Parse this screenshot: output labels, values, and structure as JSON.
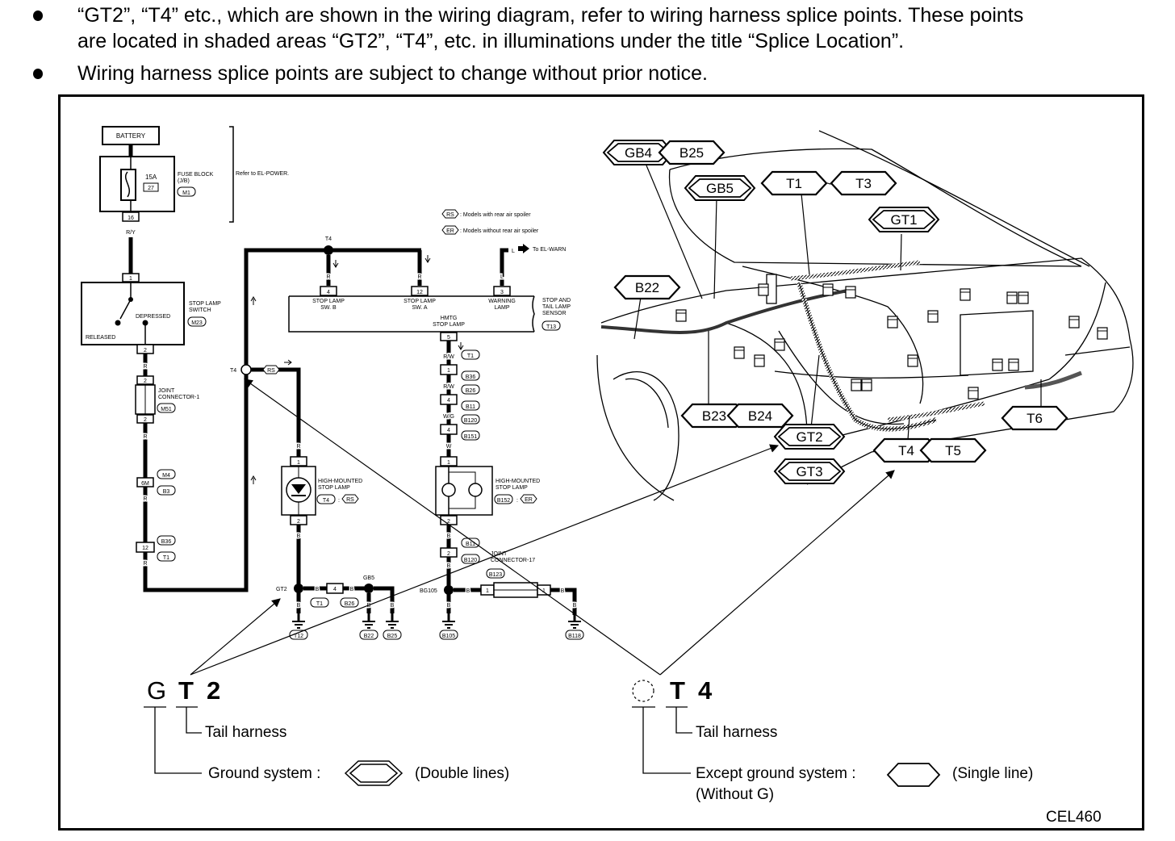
{
  "notes": [
    {
      "line1": "“GT2”, “T4” etc., which are shown in the wiring diagram, refer to wiring harness splice points. These points",
      "line2": "are located in shaded areas “GT2”, “T4”, etc. in illuminations under the title “Splice Location”."
    },
    {
      "line1": "Wiring harness splice points are subject to change without prior notice."
    }
  ],
  "wiring": {
    "battery": "BATTERY",
    "fuse": {
      "amp": "15A",
      "num": "27",
      "name1": "FUSE BLOCK",
      "name2": "(J/B)",
      "conn": "M1",
      "pin": "16",
      "refer": "Refer to EL-POWER."
    },
    "wire_ry": "R/Y",
    "stop_switch": {
      "pin_top": "1",
      "pin_bottom": "2",
      "released": "RELEASED",
      "depressed": "DEPRESSED",
      "name1": "STOP LAMP",
      "name2": "SWITCH",
      "conn": "M23"
    },
    "joint1": {
      "pin_top": "2",
      "pin_bottom": "2",
      "name1": "JOINT",
      "name2": "CONNECTOR-1",
      "conn": "M51"
    },
    "conn_6m": {
      "pin": "6M",
      "c1": "M4",
      "c2": "B3"
    },
    "conn_12": {
      "pin": "12",
      "c1": "B36",
      "c2": "T1"
    },
    "wire_r": "R",
    "wire_b": "B",
    "wire_l": "L",
    "legend_rs": "RS",
    "legend_rs_text": ": Models with rear air spoiler",
    "legend_er": "ER",
    "legend_er_text": ": Models without rear air spoiler",
    "to_el_warn": "To EL-WARN",
    "splice_t4_top": "T4",
    "sensor": {
      "pin4": "4",
      "pin12": "12",
      "pin3": "3",
      "pin5": "5",
      "sw_b1": "STOP LAMP",
      "sw_b2": "SW. B",
      "sw_a1": "STOP LAMP",
      "sw_a2": "SW. A",
      "warn1": "WARNING",
      "warn2": "LAMP",
      "hmtg1": "HMTG",
      "hmtg2": "STOP LAMP",
      "name1": "STOP AND",
      "name2": "TAIL LAMP",
      "name3": "SENSOR",
      "conn": "T13"
    },
    "chain": [
      {
        "wire": "R/W",
        "pin": "1",
        "conns": [
          "T1",
          "B36"
        ]
      },
      {
        "wire": "R/W",
        "pin": "4",
        "conns": [
          "B26",
          "B11"
        ]
      },
      {
        "wire": "W/G",
        "pin": "4",
        "conns": [
          "B120",
          "B151"
        ]
      }
    ],
    "wire_w": "W",
    "hm_lamp_er": {
      "pin_top": "1",
      "pin_bottom": "2",
      "name1": "HIGH-MOUNTED",
      "name2": "STOP LAMP",
      "conn": "B152",
      "tag": "ER"
    },
    "hm_lamp_rs": {
      "pin_top": "1",
      "pin_bottom": "2",
      "name1": "HIGH-MOUNTED",
      "name2": "STOP LAMP",
      "conn": "T4",
      "tag": "RS"
    },
    "t4_splice": "T4",
    "lower_conn": {
      "pin": "2",
      "c1": "B11",
      "c2": "B120"
    },
    "joint17": {
      "name1": "JOINT",
      "name2": "CONNECTOR-17",
      "conn": "B123",
      "pin_l": "1",
      "pin_r": "1"
    },
    "gt2": "GT2",
    "gb5": "GB5",
    "bg105": "BG105",
    "gt2_conn": {
      "pin": "4",
      "c1": "T1",
      "c2": "B26"
    },
    "grounds": [
      "T12",
      "B22",
      "B25",
      "B105",
      "B118"
    ]
  },
  "car_labels": {
    "gb4": "GB4",
    "b25": "B25",
    "gb5": "GB5",
    "t1": "T1",
    "tilde": "~",
    "t3": "T3",
    "gt1": "GT1",
    "b22": "B22",
    "b23": "B23",
    "b24": "B24",
    "gt2": "GT2",
    "gt3": "GT3",
    "t4": "T4",
    "t5": "T5",
    "t6": "T6"
  },
  "legend": {
    "left": {
      "c1": "G",
      "c2": "T",
      "c3": "2",
      "tail": "Tail harness",
      "ground": "Ground system :",
      "ground_note": "(Double lines)"
    },
    "right": {
      "c2": "T",
      "c3": "4",
      "tail": "Tail harness",
      "except": "Except ground system :",
      "without": "(Without G)",
      "note": "(Single line)"
    }
  },
  "figure_id": "CEL460"
}
